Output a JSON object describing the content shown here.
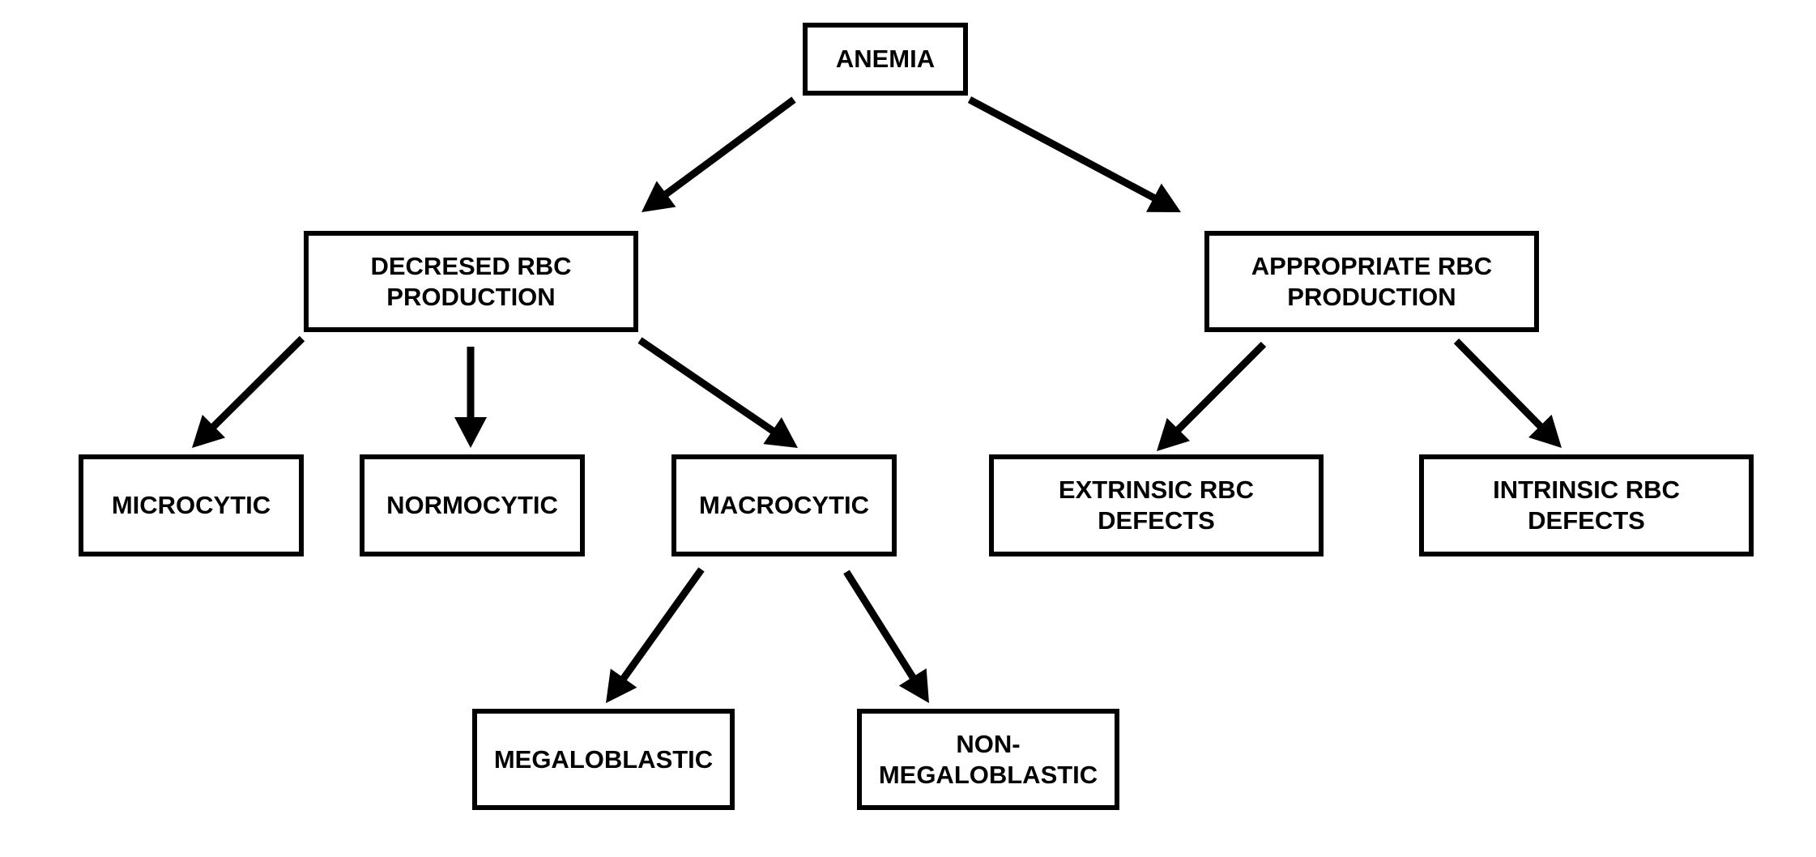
{
  "nodes": {
    "anemia": {
      "lines": [
        "ANEMIA"
      ]
    },
    "decreased": {
      "lines": [
        "DECRESED RBC",
        "PRODUCTION"
      ]
    },
    "appropriate": {
      "lines": [
        "APPROPRIATE RBC",
        "PRODUCTION"
      ]
    },
    "microcytic": {
      "lines": [
        "MICROCYTIC"
      ]
    },
    "normocytic": {
      "lines": [
        "NORMOCYTIC"
      ]
    },
    "macrocytic": {
      "lines": [
        "MACROCYTIC"
      ]
    },
    "extrinsic": {
      "lines": [
        "EXTRINSIC RBC",
        "DEFECTS"
      ]
    },
    "intrinsic": {
      "lines": [
        "INTRINSIC RBC",
        "DEFECTS"
      ]
    },
    "megaloblastic": {
      "lines": [
        "MEGALOBLASTIC"
      ]
    },
    "non_megaloblastic": {
      "lines": [
        "NON-",
        "MEGALOBLASTIC"
      ]
    }
  },
  "edges": [
    {
      "from": "anemia",
      "to": "decreased"
    },
    {
      "from": "anemia",
      "to": "appropriate"
    },
    {
      "from": "decreased",
      "to": "microcytic"
    },
    {
      "from": "decreased",
      "to": "normocytic"
    },
    {
      "from": "decreased",
      "to": "macrocytic"
    },
    {
      "from": "appropriate",
      "to": "extrinsic"
    },
    {
      "from": "appropriate",
      "to": "intrinsic"
    },
    {
      "from": "macrocytic",
      "to": "megaloblastic"
    },
    {
      "from": "macrocytic",
      "to": "non_megaloblastic"
    }
  ],
  "colors": {
    "stroke": "#000000",
    "background": "#ffffff"
  }
}
